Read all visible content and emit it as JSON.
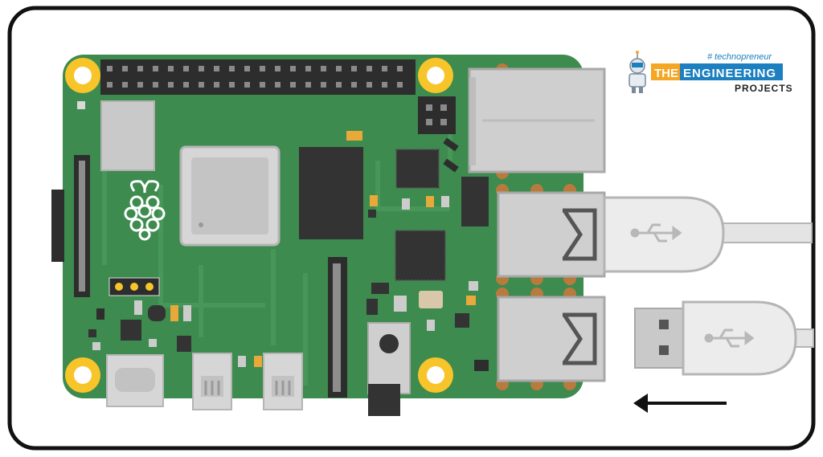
{
  "logo": {
    "tagline": "# technopreneur",
    "word_the": "THE",
    "word_engineering": "ENGINEERING",
    "word_projects": "PROJECTS"
  },
  "colors": {
    "frame": "#111111",
    "board": "#3d8b4e",
    "board_dark": "#2f7440",
    "trace": "#4a9a5c",
    "hole": "#f7c52a",
    "hole_ring": "#e2a92e",
    "pins": "#2d2d2d",
    "metal": "#c9c9c9",
    "metal_dark": "#a8a8a8",
    "chip": "#333333",
    "cable": "#e4e4e4",
    "cable_edge": "#b5b5b5",
    "logo_blue": "#1c7fc0",
    "logo_orange": "#f5a623",
    "arrow": "#111111"
  },
  "icons": {
    "raspberry": "raspberry-pi-logo-icon",
    "usb": "usb-trident-icon",
    "arrow": "arrow-left-icon",
    "robot": "robot-mascot-icon"
  }
}
